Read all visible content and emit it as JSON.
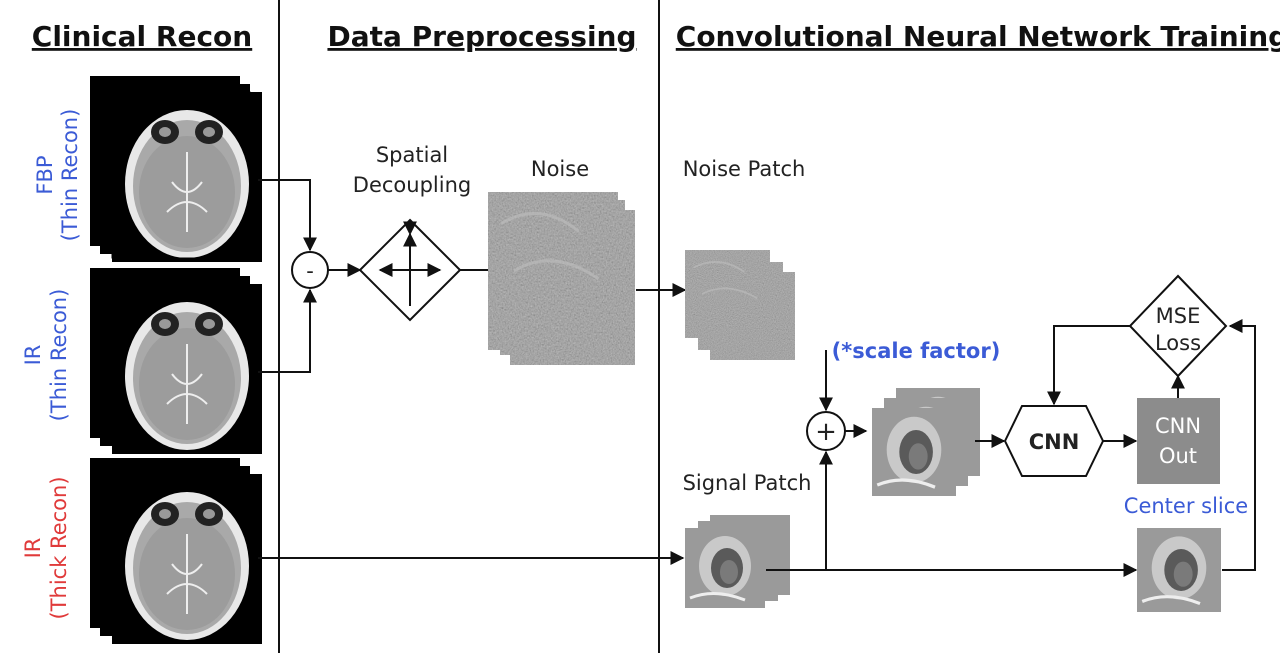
{
  "sections": {
    "clinical": "Clinical Recon",
    "preprocessing": "Data Preprocessing",
    "training": "Convolutional Neural Network Training"
  },
  "inputs": [
    {
      "line1": "FBP",
      "line2": "(Thin Recon)",
      "color": "#3b5bd6"
    },
    {
      "line1": "IR",
      "line2": "(Thin Recon)",
      "color": "#3b5bd6"
    },
    {
      "line1": "IR",
      "line2": "(Thick Recon)",
      "color": "#e03a3a"
    }
  ],
  "nodes": {
    "subtract_symbol": "-",
    "spatial_line1": "Spatial",
    "spatial_line2": "Decoupling",
    "noise": "Noise",
    "noise_patch": "Noise Patch",
    "scale_factor": "(*scale factor)",
    "add_symbol": "+",
    "signal_patch": "Signal Patch",
    "cnn": "CNN",
    "cnn_out_line1": "CNN",
    "cnn_out_line2": "Out",
    "mse_line1": "MSE",
    "mse_line2": "Loss",
    "center_slice": "Center slice"
  },
  "colors": {
    "blue_label": "#3b5bd6",
    "red_label": "#e03a3a",
    "cnn_out_box": "#8c8c8c",
    "ct_background": "#000000",
    "noise_texture": "#8a8a8a"
  }
}
